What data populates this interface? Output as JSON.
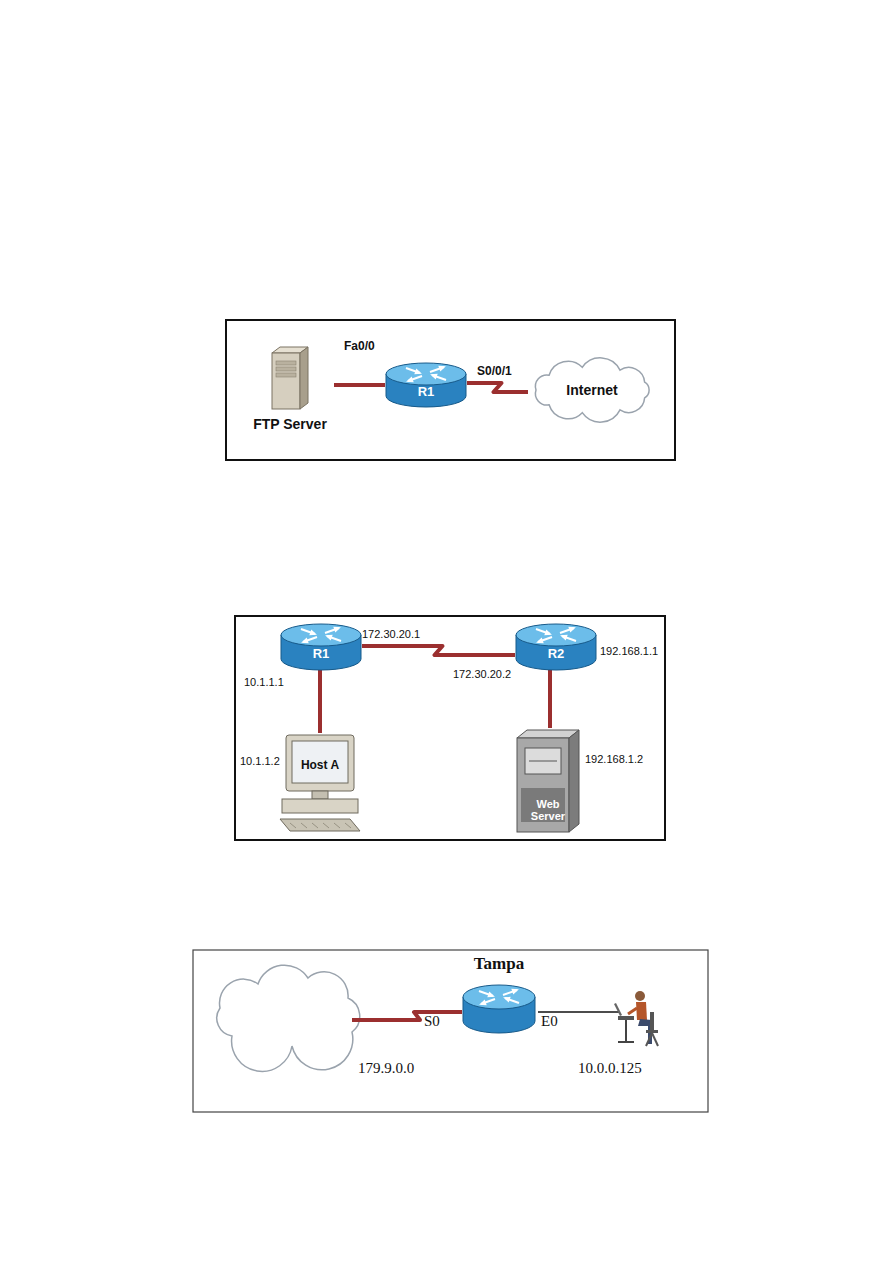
{
  "diagram": {
    "nodes": [
      {
        "text": [
          "FTP Server"
        ]
      },
      {
        "text": [
          "R1"
        ]
      },
      {
        "text": [
          "Internet"
        ]
      },
      {
        "text": [
          "R1"
        ]
      },
      {
        "text": [
          "R2"
        ]
      },
      {
        "text": [
          "Host A"
        ]
      },
      {
        "text": [
          "Web Server"
        ]
      },
      {
        "text": [
          "Tampa"
        ]
      }
    ],
    "edges": [
      {
        "from": 0,
        "to": 1,
        "arrow": "none"
      },
      {
        "from": 1,
        "to": 2,
        "arrow": "none"
      },
      {
        "from": 3,
        "to": 4,
        "arrow": "none"
      },
      {
        "from": 3,
        "to": 5,
        "arrow": "none"
      },
      {
        "from": 4,
        "to": 6,
        "arrow": "none"
      }
    ],
    "labels": [
      "Fa0/0",
      "S0/0/1",
      "172.30.20.1",
      "172.30.20.2",
      "192.168.1.1",
      "10.1.1.1",
      "10.1.1.2",
      "192.168.1.2",
      "S0",
      "E0",
      "179.9.0.0",
      "10.0.0.125"
    ]
  }
}
